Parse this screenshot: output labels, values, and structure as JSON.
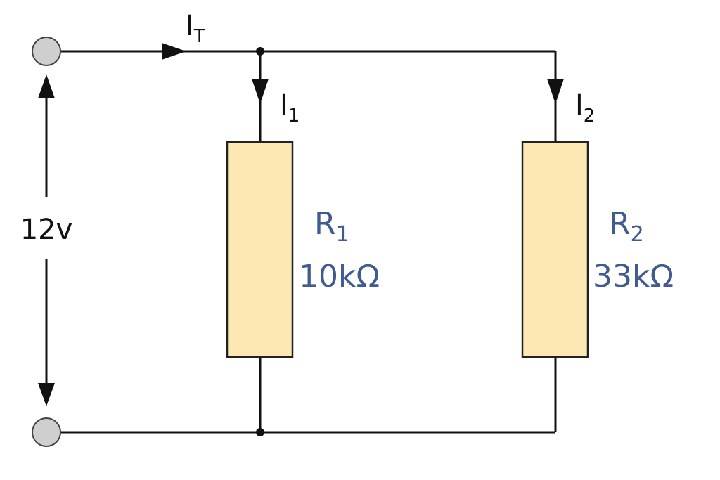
{
  "colors": {
    "wire": "#111111",
    "terminal_fill": "#cfcfcf",
    "terminal_stroke": "#444444",
    "resistor_fill": "#fde8b3",
    "resistor_stroke": "#222222",
    "resistor_label": "#3f5b8f"
  },
  "currents": {
    "total": {
      "symbol": "I",
      "sub": "T"
    },
    "branch1": {
      "symbol": "I",
      "sub": "1"
    },
    "branch2": {
      "symbol": "I",
      "sub": "2"
    }
  },
  "source": {
    "voltage_label": "12v"
  },
  "resistors": [
    {
      "symbol": "R",
      "sub": "1",
      "value": "10kΩ"
    },
    {
      "symbol": "R",
      "sub": "2",
      "value": "33kΩ"
    }
  ]
}
